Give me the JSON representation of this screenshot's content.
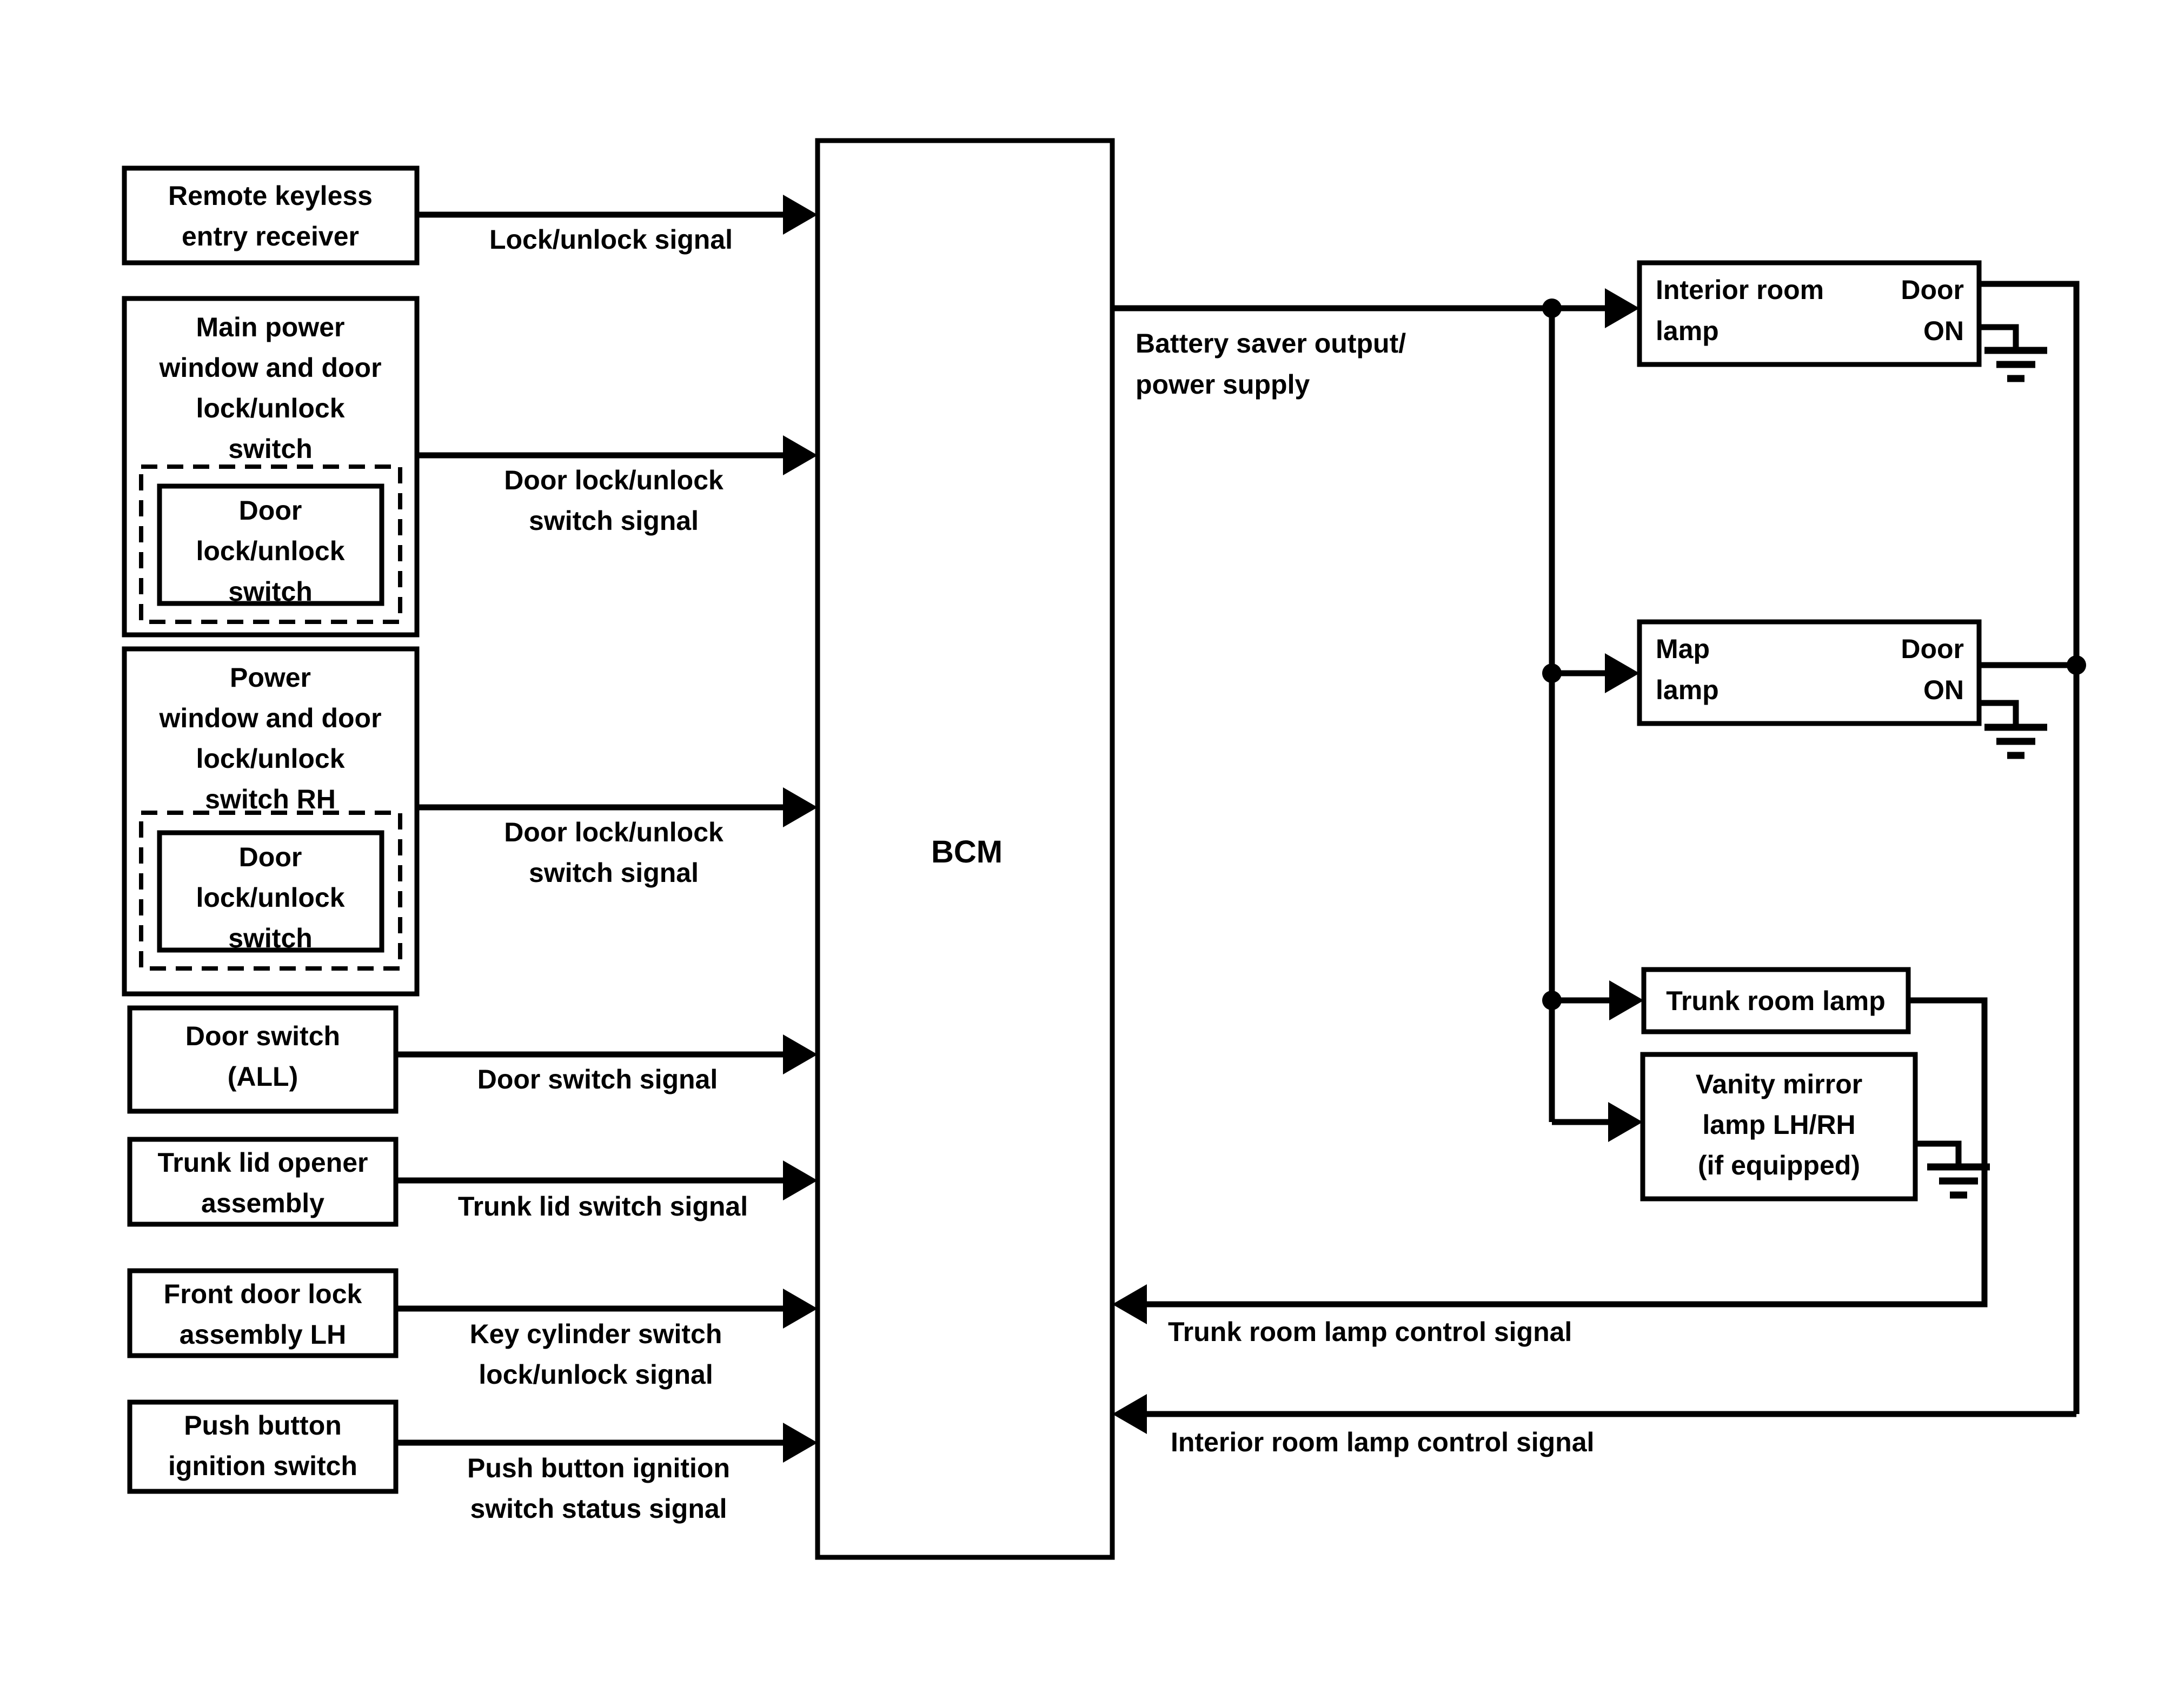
{
  "diagram": {
    "bcm_label": "BCM",
    "left_boxes": [
      {
        "id": "remote-keyless-entry-receiver",
        "lines": [
          "Remote keyless",
          "entry receiver"
        ]
      },
      {
        "id": "main-power-window-door-lock-switch",
        "lines": [
          "Main power",
          "window and door",
          "lock/unlock",
          "switch"
        ],
        "inner_lines": [
          "Door",
          "lock/unlock",
          "switch"
        ]
      },
      {
        "id": "power-window-door-lock-switch-rh",
        "lines": [
          "Power",
          "window and door",
          "lock/unlock",
          "switch RH"
        ],
        "inner_lines": [
          "Door",
          "lock/unlock",
          "switch"
        ]
      },
      {
        "id": "door-switch-all",
        "lines": [
          "Door switch",
          "(ALL)"
        ]
      },
      {
        "id": "trunk-lid-opener-assembly",
        "lines": [
          "Trunk lid opener",
          "assembly"
        ]
      },
      {
        "id": "front-door-lock-assembly-lh",
        "lines": [
          "Front door lock",
          "assembly LH"
        ]
      },
      {
        "id": "push-button-ignition-switch",
        "lines": [
          "Push button",
          "ignition switch"
        ]
      }
    ],
    "input_signals": [
      {
        "lines": [
          "Lock/unlock signal",
          ""
        ]
      },
      {
        "lines": [
          "Door lock/unlock",
          "switch signal"
        ]
      },
      {
        "lines": [
          "Door lock/unlock",
          "switch signal"
        ]
      },
      {
        "lines": [
          "Door switch signal",
          ""
        ]
      },
      {
        "lines": [
          "Trunk lid switch signal",
          ""
        ]
      },
      {
        "lines": [
          "Key cylinder switch",
          "lock/unlock signal"
        ]
      },
      {
        "lines": [
          "Push button ignition",
          "switch status signal"
        ]
      }
    ],
    "battery_label": {
      "lines": [
        "Battery saver output/",
        "power supply"
      ]
    },
    "right_boxes": {
      "interior": {
        "name_lines": [
          "Interior room",
          "lamp"
        ],
        "terminal_lines": [
          "Door",
          "ON"
        ]
      },
      "map": {
        "name_lines": [
          "Map",
          "lamp"
        ],
        "terminal_lines": [
          "Door",
          "ON"
        ]
      },
      "trunk": {
        "label": "Trunk room lamp"
      },
      "vanity": {
        "lines": [
          "Vanity mirror",
          "lamp LH/RH",
          "(if equipped)"
        ]
      }
    },
    "return_signals": {
      "trunk": "Trunk room lamp control signal",
      "interior": "Interior room lamp control signal"
    },
    "colors": {
      "line": "#000000",
      "background": "#ffffff"
    }
  }
}
